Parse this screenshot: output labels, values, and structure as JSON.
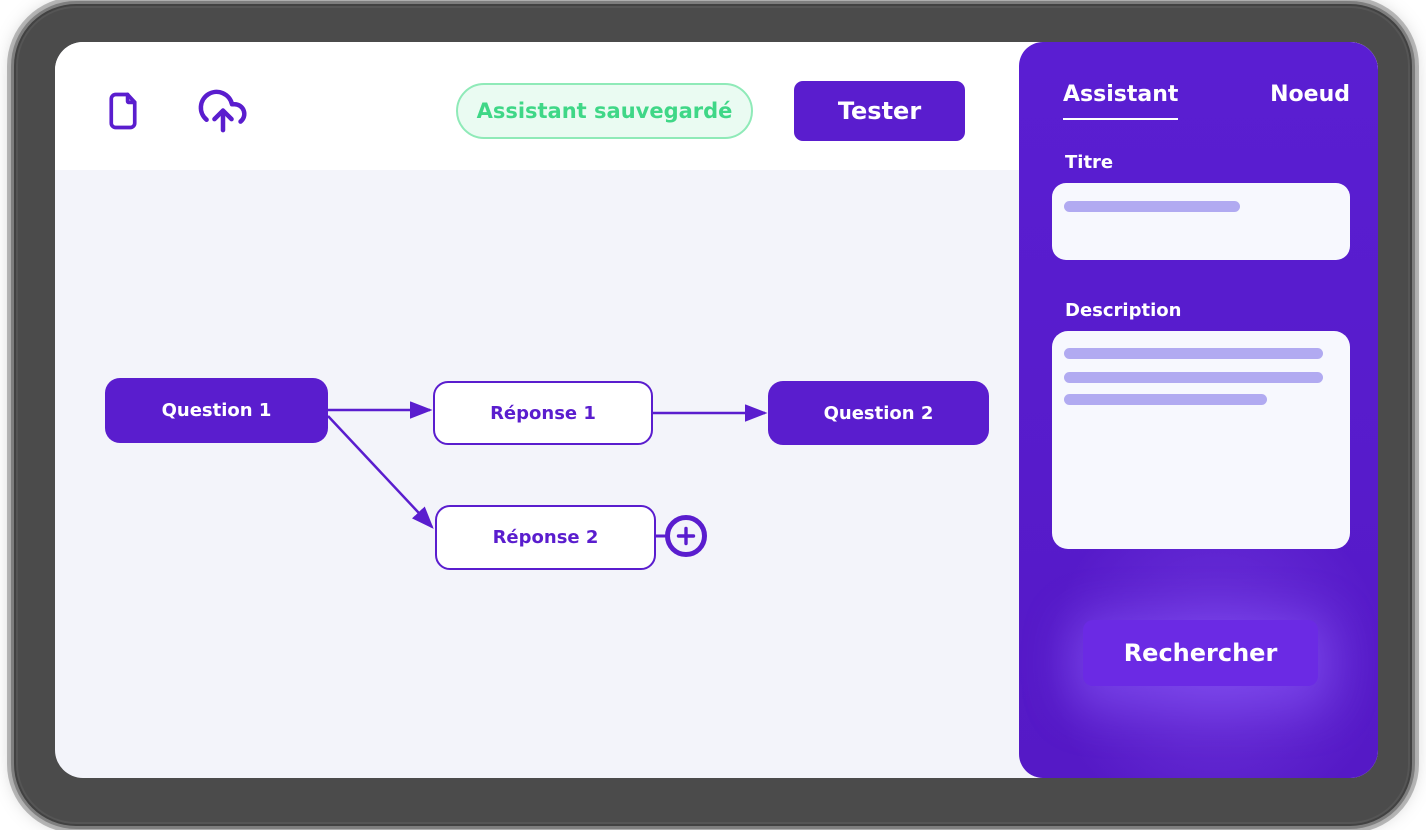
{
  "colors": {
    "primary": "#5a1dce",
    "button-light": "#6b2ae4",
    "frame": "#4b4b4b",
    "canvas-bg": "#f3f4fa",
    "panel-bg": "#5a1ed2",
    "field-bg": "#f7f8fe",
    "skeleton": "#b1aaf1",
    "badge-bg": "#eafbf2",
    "badge-border": "#8feab8",
    "badge-text": "#3fd787"
  },
  "topbar": {
    "icons": [
      {
        "name": "file-icon"
      },
      {
        "name": "cloud-upload-icon"
      }
    ],
    "status_badge": "Assistant sauvegardé",
    "test_button": "Tester"
  },
  "canvas": {
    "nodes": [
      {
        "label": "Question 1",
        "kind": "question"
      },
      {
        "label": "Réponse 1",
        "kind": "reponse"
      },
      {
        "label": "Question 2",
        "kind": "question"
      },
      {
        "label": "Réponse 2",
        "kind": "reponse"
      }
    ],
    "edges": [
      {
        "from": "Question 1",
        "to": "Réponse 1"
      },
      {
        "from": "Question 1",
        "to": "Réponse 2"
      },
      {
        "from": "Réponse 1",
        "to": "Question 2"
      }
    ],
    "add_node_button": "+"
  },
  "sidebar": {
    "tabs": [
      {
        "label": "Assistant",
        "active": true
      },
      {
        "label": "Noeud",
        "active": false
      }
    ],
    "title_field": {
      "label": "Titre",
      "value": ""
    },
    "description_field": {
      "label": "Description",
      "value": ""
    },
    "search_button": "Rechercher"
  }
}
